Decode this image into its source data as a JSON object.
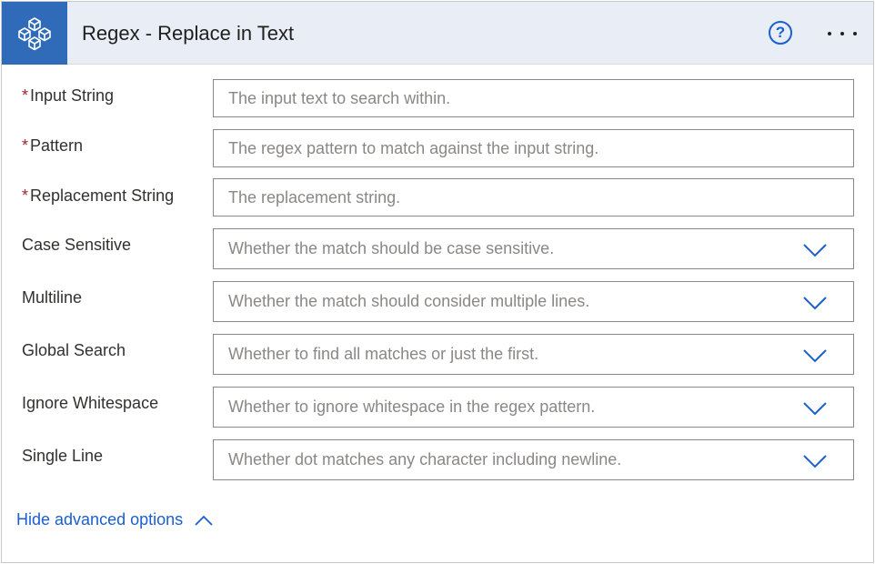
{
  "header": {
    "title": "Regex - Replace in Text",
    "app_icon": "cube-network-icon",
    "help_icon": "help-circle-icon",
    "help_glyph": "?",
    "more_icon": "more-ellipsis-icon",
    "accent_color": "#2f6bb8",
    "header_bg": "#e9eef6"
  },
  "fields": [
    {
      "label": "Input String",
      "required": "*",
      "placeholder": "The input text to search within."
    },
    {
      "label": "Pattern",
      "required": "*",
      "placeholder": "The regex pattern to match against the input string."
    },
    {
      "label": "Replacement String",
      "required": "*",
      "placeholder": "The replacement string."
    }
  ],
  "dropdowns": [
    {
      "label": "Case Sensitive",
      "placeholder": "Whether the match should be case sensitive."
    },
    {
      "label": "Multiline",
      "placeholder": "Whether the match should consider multiple lines."
    },
    {
      "label": "Global Search",
      "placeholder": "Whether to find all matches or just the first."
    },
    {
      "label": "Ignore Whitespace",
      "placeholder": "Whether to ignore whitespace in the regex pattern."
    },
    {
      "label": "Single Line",
      "placeholder": "Whether dot matches any character including newline."
    }
  ],
  "advanced": {
    "label": "Hide advanced options",
    "icon": "chevron-up-icon",
    "link_color": "#1a5fd0"
  },
  "colors": {
    "required_star": "#a4262c",
    "chevron": "#1a5fd0",
    "field_border": "#8a8886"
  }
}
